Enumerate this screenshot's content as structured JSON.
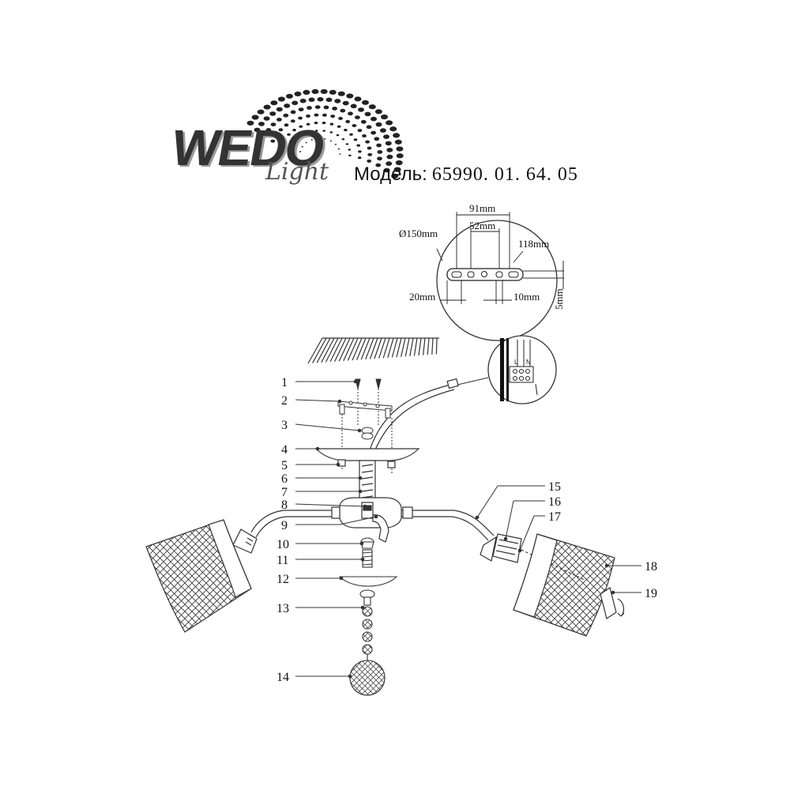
{
  "brand": {
    "name": "WEDO",
    "sub": "Light"
  },
  "model": {
    "label": "Модель:",
    "number": "65990. 01. 64. 05"
  },
  "dimensions": {
    "diameter": "Ø150mm",
    "width_91": "91mm",
    "width_52": "52mm",
    "length_118": "118mm",
    "offset_20": "20mm",
    "offset_10": "10mm",
    "thickness_5": "5mm"
  },
  "wiring": {
    "live": "L",
    "neutral": "N"
  },
  "parts": {
    "p1": "1",
    "p2": "2",
    "p3": "3",
    "p4": "4",
    "p5": "5",
    "p6": "6",
    "p7": "7",
    "p8": "8",
    "p9": "9",
    "p10": "10",
    "p11": "11",
    "p12": "12",
    "p13": "13",
    "p14": "14",
    "p15": "15",
    "p16": "16",
    "p17": "17",
    "p18": "18",
    "p19": "19"
  }
}
